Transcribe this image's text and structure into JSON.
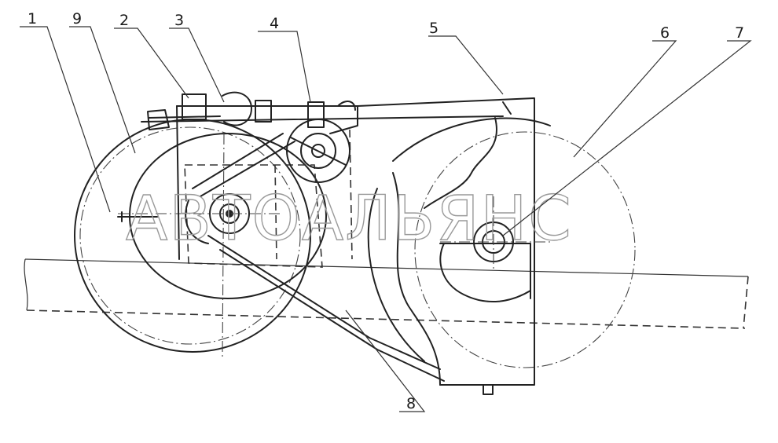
{
  "callouts": [
    {
      "label": "1"
    },
    {
      "label": "9"
    },
    {
      "label": "2"
    },
    {
      "label": "3"
    },
    {
      "label": "4"
    },
    {
      "label": "5"
    },
    {
      "label": "6"
    },
    {
      "label": "7"
    },
    {
      "label": "8"
    }
  ],
  "watermark": {
    "text": "АВТОАЛЬЯНС"
  },
  "colors": {
    "ink": "#222222",
    "paper": "#ffffff",
    "watermark": "#9a9a9a"
  }
}
